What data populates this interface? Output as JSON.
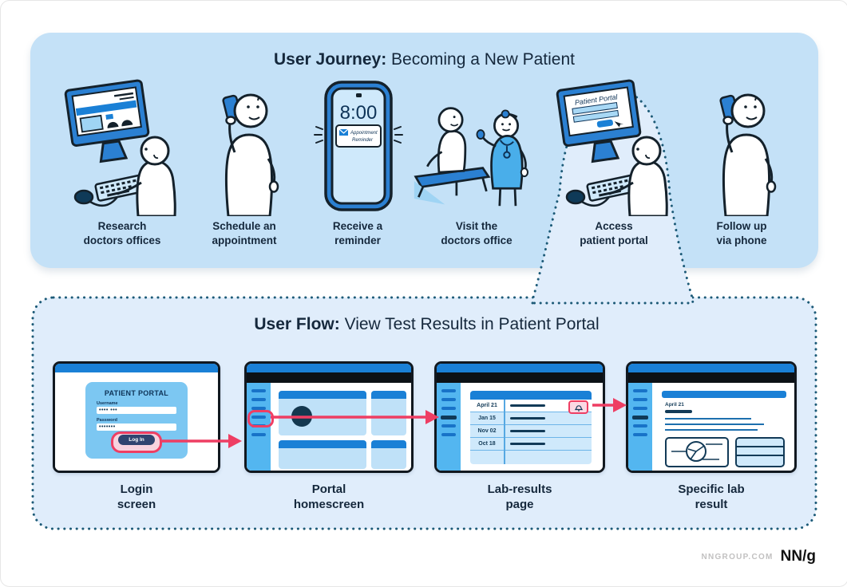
{
  "journey": {
    "title": {
      "bold": "User Journey:",
      "rest": " Becoming a New Patient"
    },
    "steps": [
      {
        "line1": "Research",
        "line2": "doctors offices"
      },
      {
        "line1": "Schedule an",
        "line2": "appointment"
      },
      {
        "line1": "Receive a",
        "line2": "reminder"
      },
      {
        "line1": "Visit the",
        "line2": "doctors office"
      },
      {
        "line1": "Access",
        "line2": "patient portal"
      },
      {
        "line1": "Follow up",
        "line2": "via phone"
      }
    ],
    "phone_mock": {
      "time": "8:00",
      "notification_line1": "Appointment",
      "notification_line2": "Reminder"
    },
    "portal_monitor_text": "Patient Portal"
  },
  "flow": {
    "title": {
      "bold": "User Flow:",
      "rest": " View Test Results in Patient Portal"
    },
    "screens": [
      {
        "label1": "Login",
        "label2": "screen",
        "login": {
          "heading": "PATIENT PORTAL",
          "username_label": "Username",
          "username_value": "•••• •••",
          "password_label": "Password",
          "password_value": "•••••••",
          "button": "Log In"
        }
      },
      {
        "label1": "Portal",
        "label2": "homescreen"
      },
      {
        "label1": "Lab-results",
        "label2": "page",
        "dates": [
          "April 21",
          "Jan 15",
          "Nov 02",
          "Oct 18"
        ]
      },
      {
        "label1": "Specific lab",
        "label2": "result",
        "date": "April 21"
      }
    ]
  },
  "footer": {
    "site": "NNGROUP.COM",
    "logo": "NN/g"
  },
  "colors": {
    "journey_panel": "#c4e1f7",
    "flow_panel": "#e0edfb",
    "dotted_outline": "#1c5a77",
    "accent_pink": "#ee3e63",
    "ui_blue": "#1a80d6",
    "sidebar_blue": "#53b6f0",
    "card_blue": "#bfe1f8",
    "navy": "#123a57"
  }
}
